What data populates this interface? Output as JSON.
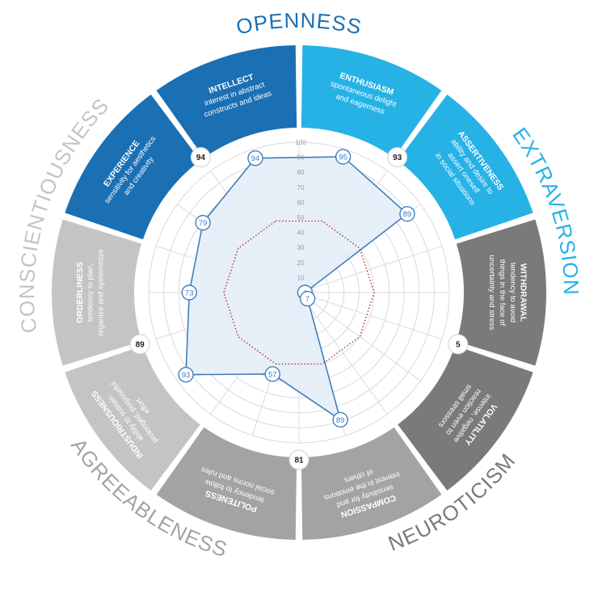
{
  "domains": [
    {
      "key": "openness",
      "name": "OPENNESS",
      "score": "94",
      "color": "#1b6fb3"
    },
    {
      "key": "extraversion",
      "name": "EXTRAVERSION",
      "score": "93",
      "color": "#27b2e6"
    },
    {
      "key": "neuroticism",
      "name": "NEUROTICISM",
      "score": "5",
      "color": "#7a7a7a"
    },
    {
      "key": "agreeableness",
      "name": "AGREEABLENESS",
      "score": "81",
      "color": "#a3a3a3"
    },
    {
      "key": "conscientiousness",
      "name": "CONSCIENTIOUSNESS",
      "score": "89",
      "color": "#c4c4c4"
    }
  ],
  "aspects": [
    {
      "key": "intellect",
      "name": "INTELLECT",
      "desc": [
        "interest in abstract",
        "constructs and ideas"
      ]
    },
    {
      "key": "enthusiasm",
      "name": "ENTHUSIASM",
      "desc": [
        "spontaneous delight",
        "and eagerness"
      ]
    },
    {
      "key": "assertiveness",
      "name": "ASSERTIVENESS",
      "desc": [
        "ability and desire to",
        "assert oneself",
        "in social situations"
      ]
    },
    {
      "key": "withdrawal",
      "name": "WITHDRAWAL",
      "desc": [
        "tendency to avoid",
        "things in the face of",
        "uncertainty and stress"
      ]
    },
    {
      "key": "volatility",
      "name": "VOLATILITY",
      "desc": [
        "intense, negative",
        "reaction even to",
        "small stressors"
      ]
    },
    {
      "key": "compassion",
      "name": "COMPASSION",
      "desc": [
        "sensitivity for and",
        "interest in the emotions",
        "of others"
      ]
    },
    {
      "key": "politeness",
      "name": "POLITENESS",
      "desc": [
        "tendency to follow",
        "social norms and rules"
      ]
    },
    {
      "key": "industriousness",
      "name": "INDUSTRIOUSNESS",
      "desc": [
        "ability to sustain",
        "prolonged, purposeful",
        "effort"
      ]
    },
    {
      "key": "orderliness",
      "name": "ORDERLINESS",
      "desc": [
        "tendency to plan,",
        "organize and systematize"
      ]
    },
    {
      "key": "experience",
      "name": "EXPERIENCE",
      "desc": [
        "sensitivity for aesthetics",
        "and creativity"
      ]
    }
  ],
  "chart_data": {
    "type": "radar",
    "axes": [
      "Intellect",
      "Enthusiasm",
      "Assertiveness",
      "Withdrawal",
      "Volatility",
      "Compassion",
      "Politeness",
      "Industriousness",
      "Orderliness",
      "Experience"
    ],
    "values": [
      94,
      95,
      89,
      4,
      7,
      89,
      57,
      93,
      73,
      79
    ],
    "value_labels": [
      "94",
      "95",
      "89",
      "4",
      "7",
      "89",
      "57",
      "93",
      "73",
      "79"
    ],
    "reference_values": [
      50,
      50,
      50,
      50,
      50,
      50,
      50,
      50,
      50,
      50
    ],
    "rlim": [
      0,
      100
    ],
    "ticks": [
      0,
      10,
      20,
      30,
      40,
      50,
      60,
      70,
      80,
      90,
      100
    ],
    "tick_labels": [
      "0",
      "10",
      "20",
      "30",
      "40",
      "50",
      "60",
      "70",
      "80",
      "90",
      "100"
    ],
    "grid": true,
    "series_color": "#3f7fc0",
    "fill_color": "#e3edf7",
    "reference_color": "#b03030"
  }
}
